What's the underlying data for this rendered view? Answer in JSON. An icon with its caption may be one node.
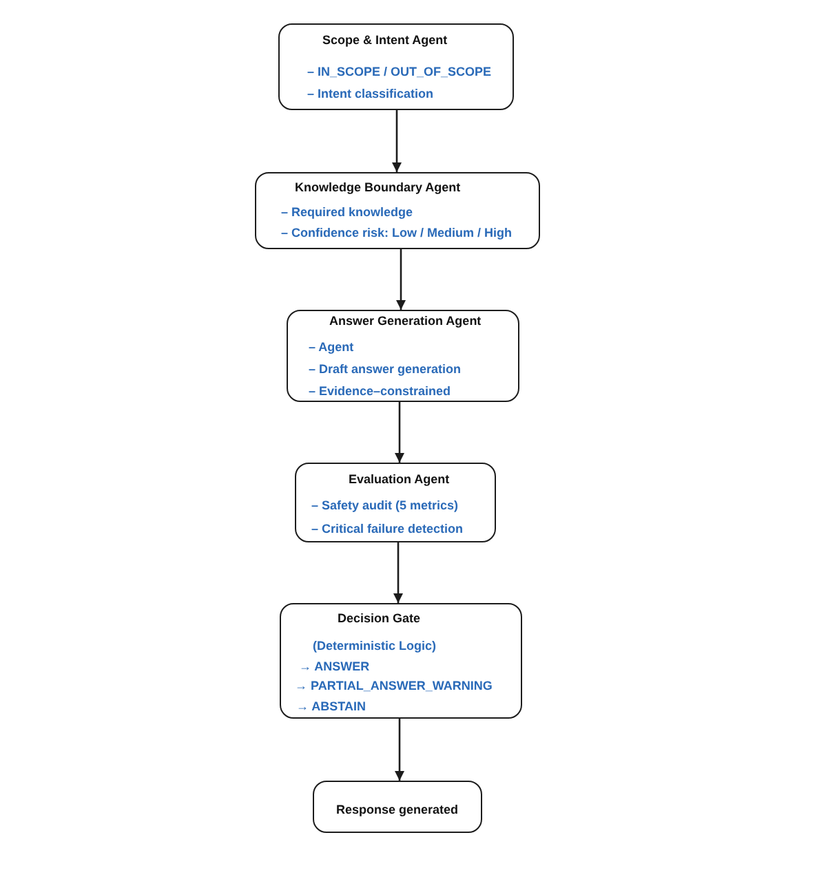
{
  "diagram": {
    "nodes": [
      {
        "text": [
          "Scope & Intent Agent",
          "– IN_SCOPE / OUT_OF_SCOPE",
          "– Intent classification"
        ]
      },
      {
        "text": [
          "Knowledge Boundary Agent",
          "– Required knowledge",
          "– Confidence risk: Low / Medium / High"
        ]
      },
      {
        "text": [
          "Answer Generation Agent",
          "– Agent",
          "– Draft answer generation",
          "– Evidence–constrained"
        ]
      },
      {
        "text": [
          "Evaluation Agent",
          "– Safety audit (5 metrics)",
          "– Critical failure detection"
        ]
      },
      {
        "text": [
          "Decision Gate",
          "(Deterministic Logic)",
          "→ ANSWER",
          "→ PARTIAL_ANSWER_WARNING",
          "→ ABSTAIN"
        ]
      },
      {
        "text": [
          "Response generated"
        ]
      }
    ],
    "edges": [
      {
        "from": 0,
        "to": 1,
        "arrow": "to"
      },
      {
        "from": 1,
        "to": 2,
        "arrow": "to"
      },
      {
        "from": 2,
        "to": 3,
        "arrow": "to"
      },
      {
        "from": 3,
        "to": 4,
        "arrow": "to"
      },
      {
        "from": 4,
        "to": 5,
        "arrow": "to"
      }
    ]
  }
}
